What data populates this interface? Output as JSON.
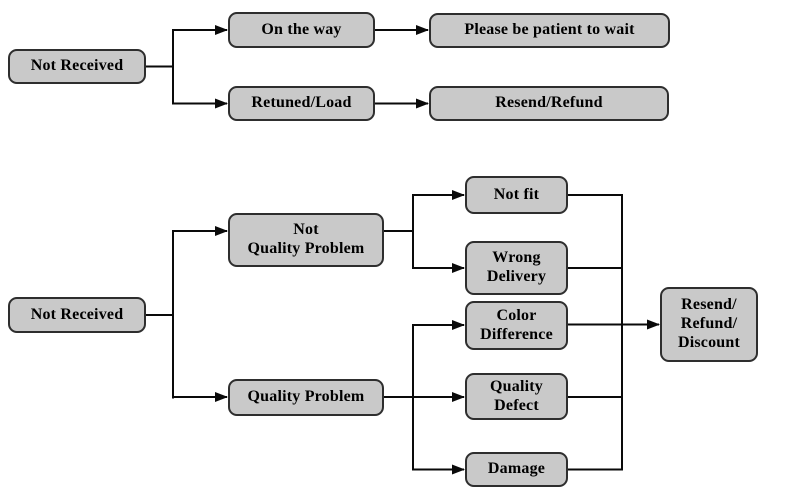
{
  "colors": {
    "background": "#ffffff",
    "node_fill": "#c9c9c9",
    "node_border": "#2e2e2e",
    "connector": "#0a0a0a",
    "text": "#000000"
  },
  "flow_top": {
    "not_received": "Not Received",
    "on_the_way": "On the way",
    "please_wait": "Please be patient to wait",
    "retuned_load": "Retuned/Load",
    "resend_refund": "Resend/Refund"
  },
  "flow_bottom": {
    "not_received": "Not Received",
    "not_quality_problem": "Not\nQuality Problem",
    "quality_problem": "Quality Problem",
    "not_fit": "Not fit",
    "wrong_delivery": "Wrong\nDelivery",
    "color_difference": "Color\nDifference",
    "quality_defect": "Quality\nDefect",
    "damage": "Damage",
    "outcome": "Resend/\nRefund/\nDiscount"
  },
  "edges_top": [
    [
      "not_received",
      "on_the_way"
    ],
    [
      "not_received",
      "retuned_load"
    ],
    [
      "on_the_way",
      "please_wait"
    ],
    [
      "retuned_load",
      "resend_refund"
    ]
  ],
  "edges_bottom": [
    [
      "not_received",
      "not_quality_problem"
    ],
    [
      "not_received",
      "quality_problem"
    ],
    [
      "not_quality_problem",
      "not_fit"
    ],
    [
      "not_quality_problem",
      "wrong_delivery"
    ],
    [
      "quality_problem",
      "color_difference"
    ],
    [
      "quality_problem",
      "quality_defect"
    ],
    [
      "quality_problem",
      "damage"
    ],
    [
      "not_fit",
      "outcome"
    ],
    [
      "wrong_delivery",
      "outcome"
    ],
    [
      "color_difference",
      "outcome"
    ],
    [
      "quality_defect",
      "outcome"
    ],
    [
      "damage",
      "outcome"
    ]
  ]
}
